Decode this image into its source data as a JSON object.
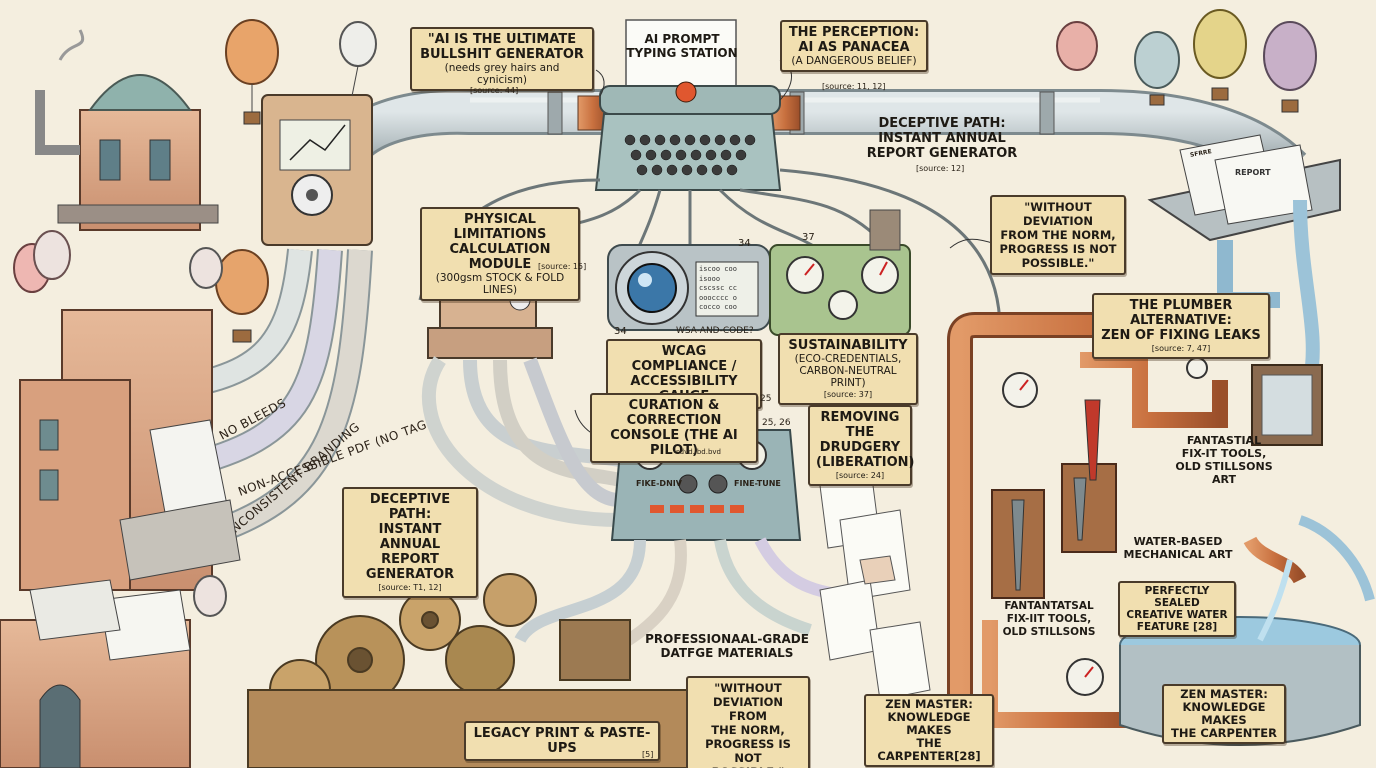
{
  "labels": {
    "bullshit": {
      "title": "\"AI IS THE ULTIMATE\nBULLSHIT GENERATOR",
      "sub": "(needs grey hairs and cynicism)",
      "source": "[source: 44]"
    },
    "typing_station": {
      "title": "AI PROMPT\nTYPING STATION"
    },
    "perception": {
      "title": "THE PERCEPTION:\nAI AS PANACEA",
      "sub": "(A DANGEROUS BELIEF)",
      "source": "[source: 11, 12]"
    },
    "deceptive_top": {
      "title": "DECEPTIVE PATH:\nINSTANT ANNUAL\nREPORT GENERATOR",
      "source": "[source: 12]"
    },
    "quote_top": {
      "title": "\"WITHOUT DEVIATION\nFROM THE NORM,\nPROGRESS IS NOT\nPOSSIBLE.\""
    },
    "physical": {
      "title": "PHYSICAL LIMITATIONS\nCALCULATION MODULE",
      "sub": "(300gsm STOCK & FOLD LINES)",
      "source": "[source: 15]"
    },
    "plumber": {
      "title": "THE PLUMBER ALTERNATIVE:\nZEN OF FIXING LEAKS",
      "source": "[source: 7, 47]"
    },
    "wcag": {
      "title": "WCAG COMPLIANCE /\nACCESSIBILITY GAUGE"
    },
    "sustainability": {
      "title": "SUSTAINABILITY",
      "sub": "(ECO-CREDENTIALS,\nCARBON-NEUTRAL PRINT)",
      "source": "[source: 37]"
    },
    "curation": {
      "title": "CURATION & CORRECTION\nCONSOLE (THE AI PILOT)"
    },
    "drudgery": {
      "title": "REMOVING THE\nDRUDGERY\n(LIBERATION)",
      "source": "[source: 24]"
    },
    "deceptive_left": {
      "title": "DECEPTIVE PATH:\nINSTANT ANNUAL\nREPORT GENERATOR",
      "source": "[source: T1, 12]"
    },
    "fantastial_right": {
      "title": "FANTASTIAL\nFIX-IT TOOLS,\nOLD STILLSONS\nART"
    },
    "water_based": {
      "title": "WATER-BASED\nMECHANICAL ART"
    },
    "sealed": {
      "title": "PERFECTLY SEALED\nCREATIVE WATER\nFEATURE [28]"
    },
    "fantantatsal": {
      "title": "FANTANTATSAL\nFIX-IIT TOOLS,\nOLD STILLSONS"
    },
    "professional": {
      "title": "PROFESSIONAAL-GRADE\nDATFGE MATERIALS"
    },
    "quote_bottom": {
      "title": "\"WITHOUT\nDEVIATION FROM\nTHE NORM,\nPROGRESS IS NOT\nPOSSIBLE.\""
    },
    "zen_mid": {
      "title": "ZEN MASTER:\nKNOWLEDGE MAKES\nTHE CARPENTER[28]"
    },
    "zen_right": {
      "title": "ZEN MASTER:\nKNOWLEDGE MAKES\nTHE CARPENTER"
    },
    "legacy": {
      "title": "LEGACY PRINT & PASTE-UPS",
      "source": "[5]"
    }
  },
  "pipe_labels": {
    "no_bleeds": "NO BLEEDS",
    "non_accessible": "NON-ACCESSIBLE PDF (NO TAGS)",
    "inconsistent": "INCONSISTENT BRANDING"
  },
  "annotations": {
    "n34a": "34",
    "n34b": "34",
    "n37": "37",
    "n25": "25",
    "n2526": "25, 26",
    "wsa": "WSA-AND-CODE?"
  },
  "console": {
    "left_knob": "FIKE-DNIV",
    "right_knob": "FINE-TUNE",
    "display": "sdvd.lbd.bvd"
  },
  "screen_lines": [
    "iscoo coo",
    "isooo",
    "cscssc cc",
    "ooocccc o",
    "cocco coo"
  ],
  "trays": {
    "front": "REPORT",
    "back": "SFRRE"
  },
  "colors": {
    "paper": "#f4eedf",
    "label": "#f1dfb0",
    "copper": "#c8703f",
    "steel": "#b9c3c6",
    "ink": "#4a3b2a"
  }
}
